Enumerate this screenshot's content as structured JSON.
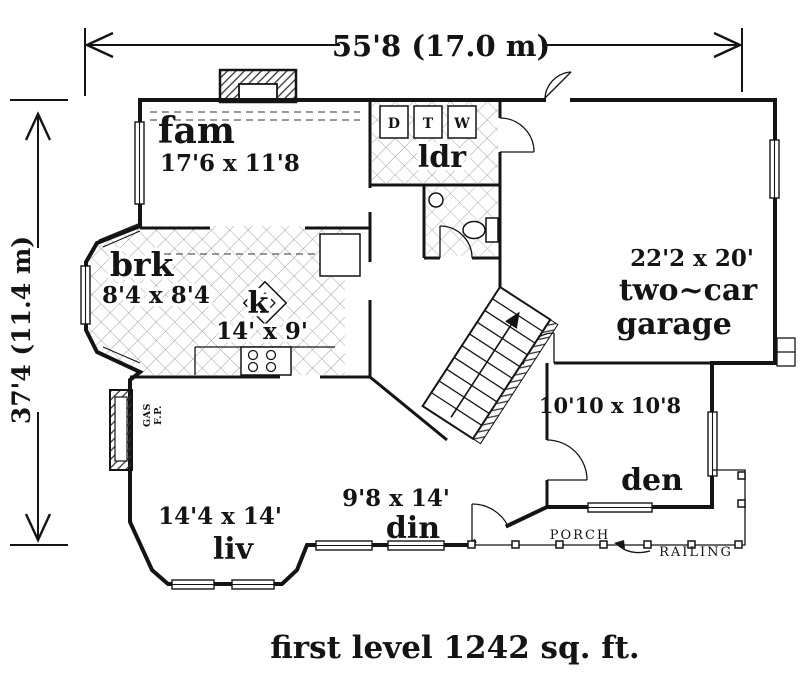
{
  "caption": "first level 1242 sq. ft.",
  "dimensions": {
    "width": "55'8 (17.0 m)",
    "height": "37'4 (11.4 m)"
  },
  "rooms": {
    "fam": {
      "name": "fam",
      "size": "17'6 x 11'8"
    },
    "laundry": {
      "name": "ldr"
    },
    "breakfast": {
      "name": "brk",
      "size": "8'4 x 8'4"
    },
    "kitchen": {
      "name": "k",
      "size": "14' x 9'"
    },
    "garage": {
      "size": "22'2 x 20'",
      "name_line1": "two~car",
      "name_line2": "garage"
    },
    "den": {
      "name": "den",
      "size": "10'10 x 10'8"
    },
    "living": {
      "name": "liv",
      "size": "14'4 x 14'"
    },
    "dining": {
      "name": "din",
      "size": "9'8 x 14'"
    },
    "porch": {
      "name": "PORCH"
    },
    "railing": {
      "name": "RAILING"
    },
    "fireplace": {
      "line1": "GAS",
      "line2": "F.P."
    }
  },
  "appliances": [
    "D",
    "T",
    "W"
  ]
}
